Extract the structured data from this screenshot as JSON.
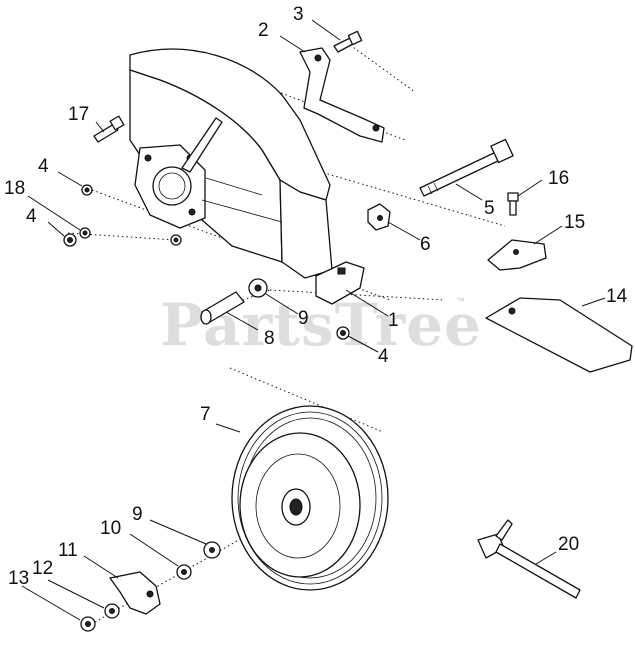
{
  "watermark": {
    "text": "PartsTree",
    "trademark": "™"
  },
  "callouts": [
    {
      "id": "c1",
      "text": "1"
    },
    {
      "id": "c2",
      "text": "2"
    },
    {
      "id": "c3",
      "text": "3"
    },
    {
      "id": "c4a",
      "text": "4"
    },
    {
      "id": "c4b",
      "text": "4"
    },
    {
      "id": "c4c",
      "text": "4"
    },
    {
      "id": "c5",
      "text": "5"
    },
    {
      "id": "c6",
      "text": "6"
    },
    {
      "id": "c7",
      "text": "7"
    },
    {
      "id": "c8",
      "text": "8"
    },
    {
      "id": "c9a",
      "text": "9"
    },
    {
      "id": "c9b",
      "text": "9"
    },
    {
      "id": "c10",
      "text": "10"
    },
    {
      "id": "c11",
      "text": "11"
    },
    {
      "id": "c12",
      "text": "12"
    },
    {
      "id": "c13",
      "text": "13"
    },
    {
      "id": "c14",
      "text": "14"
    },
    {
      "id": "c15",
      "text": "15"
    },
    {
      "id": "c16",
      "text": "16"
    },
    {
      "id": "c17",
      "text": "17"
    },
    {
      "id": "c18",
      "text": "18"
    },
    {
      "id": "c20",
      "text": "20"
    }
  ]
}
